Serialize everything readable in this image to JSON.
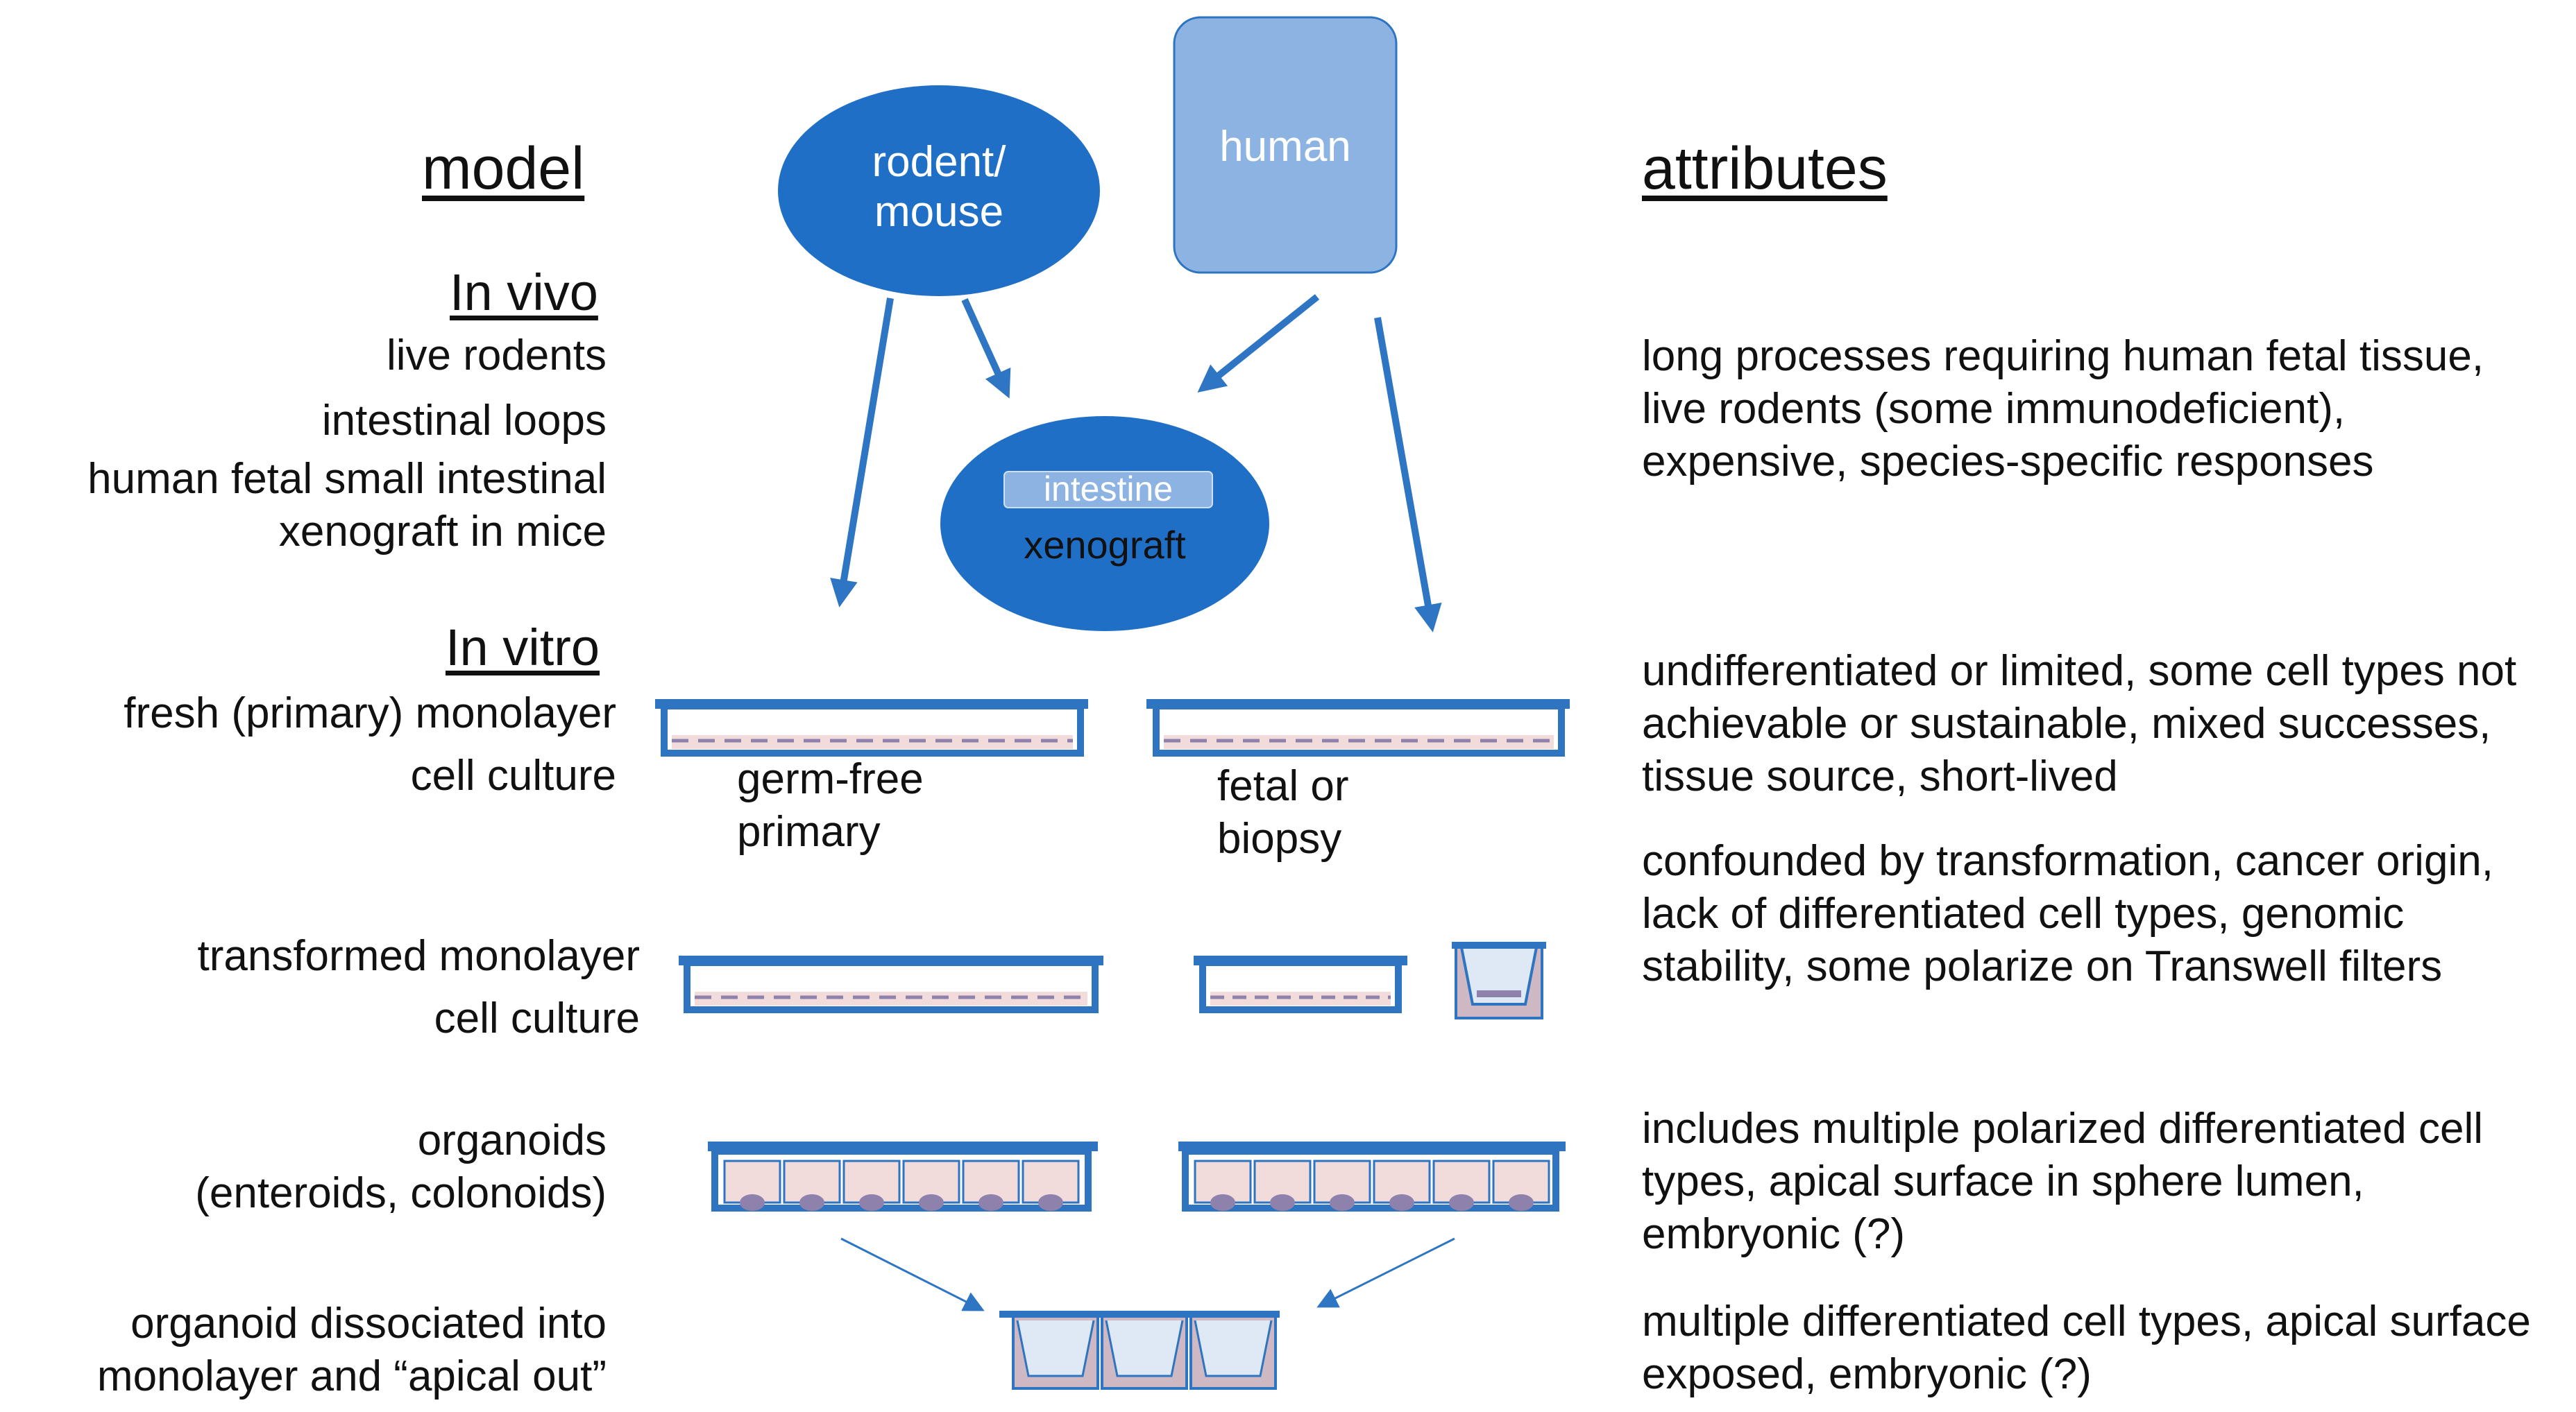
{
  "headers": {
    "model": "model",
    "attributes": "attributes"
  },
  "sources": {
    "rodent": [
      "rodent/",
      "mouse"
    ],
    "human": "human"
  },
  "xenograft": {
    "tag": "intestine",
    "label": "xenograft"
  },
  "in_vivo": {
    "title": "In vivo",
    "items": [
      "live rodents",
      "intestinal loops",
      "human fetal small intestinal",
      "xenograft in mice"
    ],
    "attribute": "long processes requiring human fetal tissue, live rodents (some immunodeficient), expensive, species-specific responses"
  },
  "in_vitro": {
    "title": "In vitro"
  },
  "rows": {
    "primary": {
      "label": [
        "fresh (primary) monolayer",
        "cell culture"
      ],
      "dish_left": "germ-free primary",
      "dish_right": "fetal or biopsy",
      "attribute": "undifferentiated or limited, some cell types not achievable or sustainable, mixed successes, tissue source, short-lived"
    },
    "transformed": {
      "label": [
        "transformed monolayer",
        "cell culture"
      ],
      "attribute": "confounded by transformation, cancer origin, lack of differentiated cell types, genomic stability, some polarize on Transwell filters"
    },
    "organoids": {
      "label": [
        "organoids",
        "(enteroids, colonoids)"
      ],
      "attribute": "includes multiple polarized differentiated cell types, apical surface in sphere lumen, embryonic (?)"
    },
    "dissociated": {
      "label": [
        "organoid dissociated into",
        "monolayer and “apical out”"
      ],
      "attribute": "multiple differentiated cell types, apical surface exposed, embryonic (?)"
    }
  },
  "colors": {
    "dark_blue": "#1f6fc7",
    "light_blue": "#8db3e2",
    "outline_blue": "#2e74c0",
    "arrow_blue": "#2e75c4",
    "pink": "#f2dcdb",
    "mauve": "#cdb8c4"
  }
}
